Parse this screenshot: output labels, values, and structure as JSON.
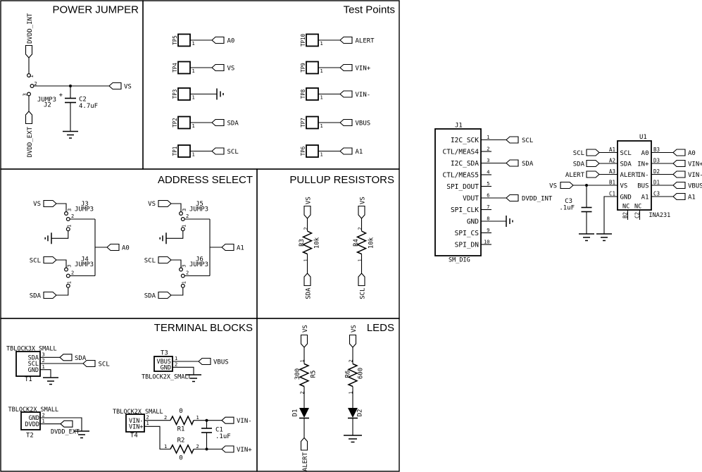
{
  "sections": {
    "power_jumper": {
      "title": "POWER JUMPER",
      "net_top": "DVDD_INT",
      "net_right": "VS",
      "net_bottom": "DVDD_EXT",
      "jumper": {
        "ref": "J2",
        "part": "JUMP3",
        "pin1": "1",
        "pin2": "2",
        "pin3": "3"
      },
      "cap": {
        "ref": "C2",
        "value": "4.7uF",
        "polarity": "+"
      }
    },
    "test_points": {
      "title": "Test Points",
      "pin_label": "1",
      "left": [
        {
          "ref": "TP5",
          "net": "A0"
        },
        {
          "ref": "TP4",
          "net": "VS"
        },
        {
          "ref": "TP3",
          "net": ""
        },
        {
          "ref": "TP2",
          "net": "SDA"
        },
        {
          "ref": "TP1",
          "net": "SCL"
        }
      ],
      "right": [
        {
          "ref": "TP10",
          "net": "ALERT"
        },
        {
          "ref": "TP9",
          "net": "VIN+"
        },
        {
          "ref": "TP8",
          "net": "VIN-"
        },
        {
          "ref": "TP7",
          "net": "VBUS"
        },
        {
          "ref": "TP6",
          "net": "A1"
        }
      ]
    },
    "address_select": {
      "title": "ADDRESS SELECT",
      "jump_part": "JUMP3",
      "pin1": "1",
      "pin2": "2",
      "pin3": "3",
      "groups": [
        {
          "top_ref": "J3",
          "bottom_ref": "J4",
          "vs": "VS",
          "scl": "SCL",
          "sda": "SDA",
          "out": "A0"
        },
        {
          "top_ref": "J5",
          "bottom_ref": "J6",
          "vs": "VS",
          "scl": "SCL",
          "sda": "SDA",
          "out": "A1"
        }
      ]
    },
    "pullup_resistors": {
      "title": "PULLUP RESISTORS",
      "resistors": [
        {
          "ref": "R3",
          "value": "10k",
          "top_net": "VS",
          "bottom_net": "SDA",
          "top_pin": "2",
          "bottom_pin": "1"
        },
        {
          "ref": "R4",
          "value": "10k",
          "top_net": "VS",
          "bottom_net": "SCL",
          "top_pin": "2",
          "bottom_pin": "1"
        }
      ]
    },
    "terminal_blocks": {
      "title": "TERMINAL BLOCKS",
      "t1": {
        "ref": "T1",
        "part": "TBLOCK3X_SMALL",
        "pins": [
          {
            "name": "SDA",
            "num": "3"
          },
          {
            "name": "SCL",
            "num": "2"
          },
          {
            "name": "GND",
            "num": "1"
          }
        ],
        "net_sda": "SDA",
        "net_scl": "SCL"
      },
      "t2": {
        "ref": "T2",
        "part": "TBLOCK2X_SMALL",
        "pins": [
          {
            "name": "GND",
            "num": "2"
          },
          {
            "name": "DVDD",
            "num": "1"
          }
        ],
        "net": "DVDD_EXT"
      },
      "t3": {
        "ref": "T3",
        "part": "TBLOCK2X_SMALL",
        "pins": [
          {
            "name": "VBUS",
            "num": "1"
          },
          {
            "name": "GND",
            "num": "2"
          }
        ],
        "net": "VBUS"
      },
      "t4": {
        "ref": "T4",
        "part": "TBLOCK2X_SMALL",
        "pins": [
          {
            "name": "VIN-",
            "num": "2"
          },
          {
            "name": "VIN+",
            "num": "1"
          }
        ],
        "r1": {
          "ref": "R1",
          "value": "0",
          "left_pin": "2",
          "right_pin": "1"
        },
        "r2": {
          "ref": "R2",
          "value": "0",
          "left_pin": "1",
          "right_pin": "2"
        },
        "c1": {
          "ref": "C1",
          "value": ".1uF"
        },
        "net_minus": "VIN-",
        "net_plus": "VIN+"
      }
    },
    "leds": {
      "title": "LEDS",
      "branches": [
        {
          "top_net": "VS",
          "res_ref": "R5",
          "res_value": "300",
          "top_pin": "1",
          "bottom_pin": "2",
          "led_ref": "D1",
          "bottom_net": "ALERT"
        },
        {
          "top_net": "VS",
          "res_ref": "R6",
          "res_value": "600",
          "top_pin": "2",
          "bottom_pin": "1",
          "led_ref": "D2",
          "bottom_net": ""
        }
      ]
    },
    "j1": {
      "ref": "J1",
      "part": "SM_DIG",
      "pins": [
        {
          "num": "1",
          "name": "I2C_SCK",
          "net": "SCL"
        },
        {
          "num": "2",
          "name": "CTL/MEAS4",
          "net": ""
        },
        {
          "num": "3",
          "name": "I2C_SDA",
          "net": "SDA"
        },
        {
          "num": "4",
          "name": "CTL/MEAS5",
          "net": ""
        },
        {
          "num": "5",
          "name": "SPI_DOUT",
          "net": ""
        },
        {
          "num": "6",
          "name": "VDUT",
          "net": "DVDD_INT"
        },
        {
          "num": "7",
          "name": "SPI_CLK",
          "net": ""
        },
        {
          "num": "8",
          "name": "GND",
          "net": ""
        },
        {
          "num": "9",
          "name": "SPI_CS",
          "net": ""
        },
        {
          "num": "10",
          "name": "SPI_DN",
          "net": ""
        }
      ]
    },
    "u1": {
      "ref": "U1",
      "part": "INA231",
      "left_pins": [
        {
          "pad": "A1",
          "name": "SCL",
          "net": "SCL"
        },
        {
          "pad": "A2",
          "name": "SDA",
          "net": "SDA"
        },
        {
          "pad": "A3",
          "name": "ALERT",
          "net": "ALERT"
        },
        {
          "pad": "B1",
          "name": "VS",
          "net": "VS"
        },
        {
          "pad": "C1",
          "name": "GND",
          "net": ""
        }
      ],
      "right_pins": [
        {
          "pad": "B3",
          "name": "A0",
          "net": "A0"
        },
        {
          "pad": "D3",
          "name": "IN+",
          "net": "VIN+"
        },
        {
          "pad": "D2",
          "name": "IN-",
          "net": "VIN-"
        },
        {
          "pad": "D1",
          "name": "BUS",
          "net": "VBUS"
        },
        {
          "pad": "C3",
          "name": "A1",
          "net": "A1"
        }
      ],
      "bottom_pins": [
        {
          "pad": "B2",
          "name": "NC"
        },
        {
          "pad": "C2",
          "name": "NC"
        }
      ],
      "cap": {
        "ref": "C3",
        "value": ".1uF"
      }
    }
  },
  "colors": {
    "ink": "#000000",
    "background": "#ffffff"
  }
}
